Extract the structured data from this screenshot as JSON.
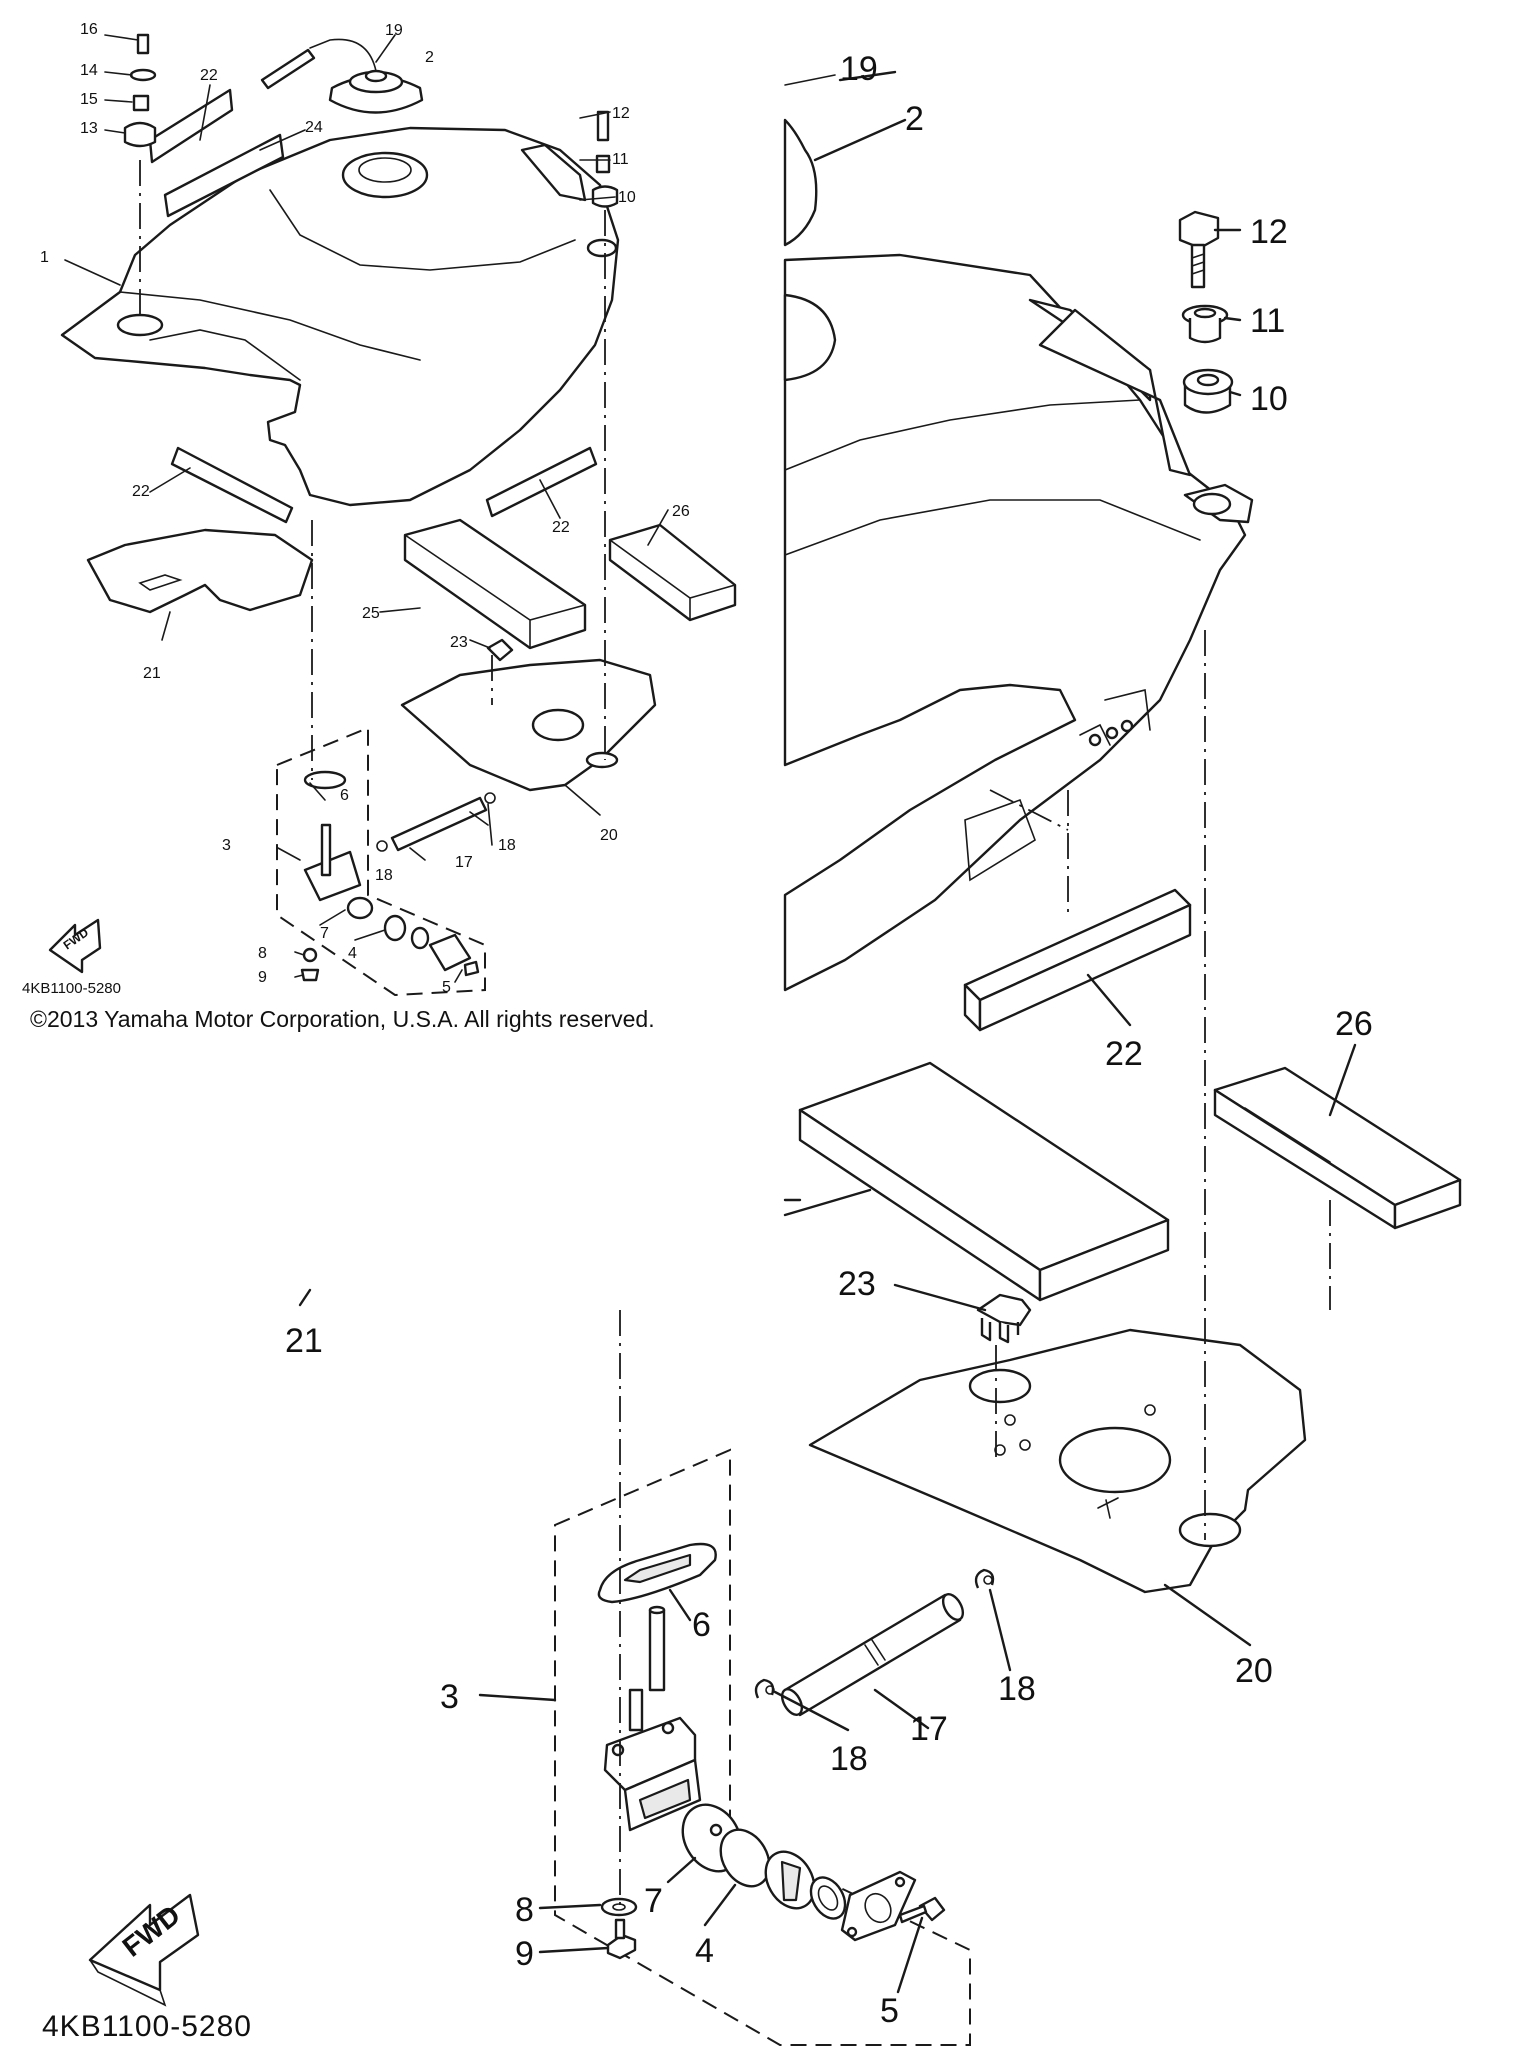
{
  "copyright": "©2013 Yamaha Motor Corporation, U.S.A. All rights reserved.",
  "diagram_code": "4KB1100-5280",
  "fwd_label": "FWD",
  "callouts": {
    "c1": "1",
    "c2": "2",
    "c3": "3",
    "c4": "4",
    "c5": "5",
    "c6": "6",
    "c7": "7",
    "c8": "8",
    "c9": "9",
    "c10": "10",
    "c11": "11",
    "c12": "12",
    "c13": "13",
    "c14": "14",
    "c15": "15",
    "c16": "16",
    "c17": "17",
    "c18": "18",
    "c19": "19",
    "c20": "20",
    "c21": "21",
    "c22": "22",
    "c23": "23",
    "c24": "24",
    "c25": "25",
    "c26": "26"
  }
}
